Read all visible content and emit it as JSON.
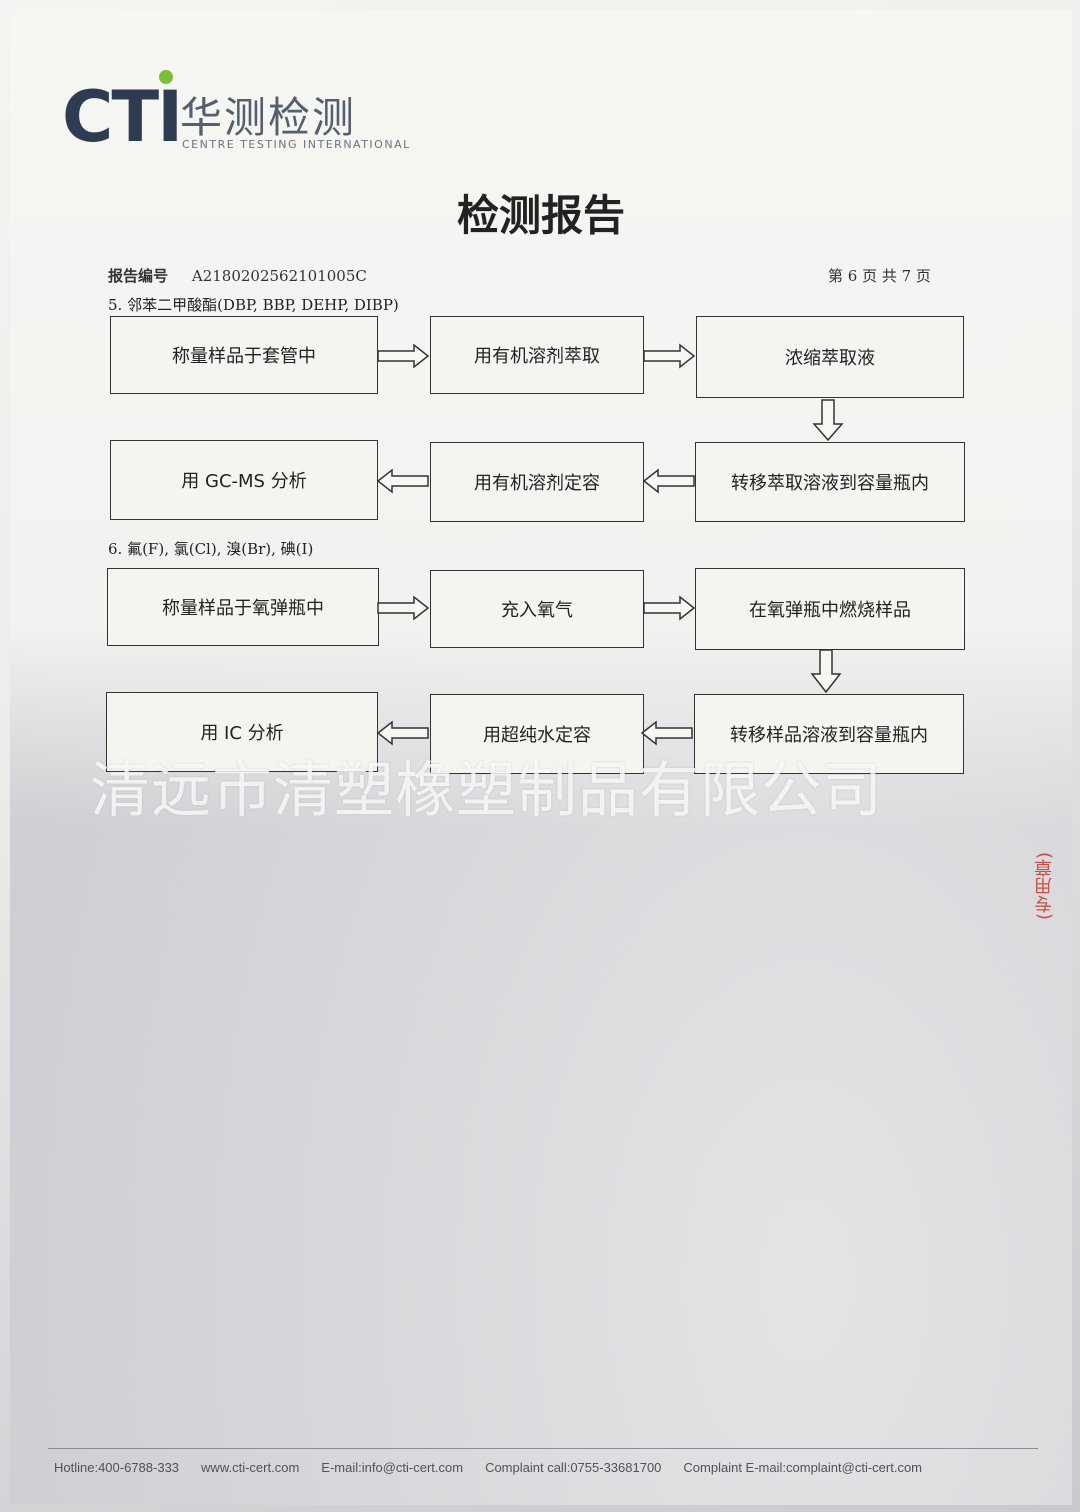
{
  "logo": {
    "brand": "CTI",
    "chinese": "华测检测",
    "english": "CENTRE TESTING INTERNATIONAL"
  },
  "title": "检测报告",
  "report": {
    "number_label": "报告编号",
    "number": "A2180202562101005C",
    "page": "第 6 页  共 7 页"
  },
  "section5": {
    "heading": "5.  邻苯二甲酸酯(DBP, BBP, DEHP, DIBP)",
    "steps": [
      "称量样品于套管中",
      "用有机溶剂萃取",
      "浓缩萃取液",
      "转移萃取溶液到容量瓶内",
      "用有机溶剂定容",
      "用 GC-MS 分析"
    ]
  },
  "section6": {
    "heading": "6.  氟(F), 氯(Cl), 溴(Br), 碘(I)",
    "steps": [
      "称量样品于氧弹瓶中",
      "充入氧气",
      "在氧弹瓶中燃烧样品",
      "转移样品溶液到容量瓶内",
      "用超纯水定容",
      "用 IC 分析"
    ]
  },
  "watermark": "清远市清塑橡塑制品有限公司",
  "stamp_text": "(专用章)",
  "footer": {
    "hotline": "Hotline:400-6788-333",
    "website": "www.cti-cert.com",
    "email": "E-mail:info@cti-cert.com",
    "complaint_call": "Complaint call:0755-33681700",
    "complaint_email": "Complaint E-mail:complaint@cti-cert.com"
  }
}
